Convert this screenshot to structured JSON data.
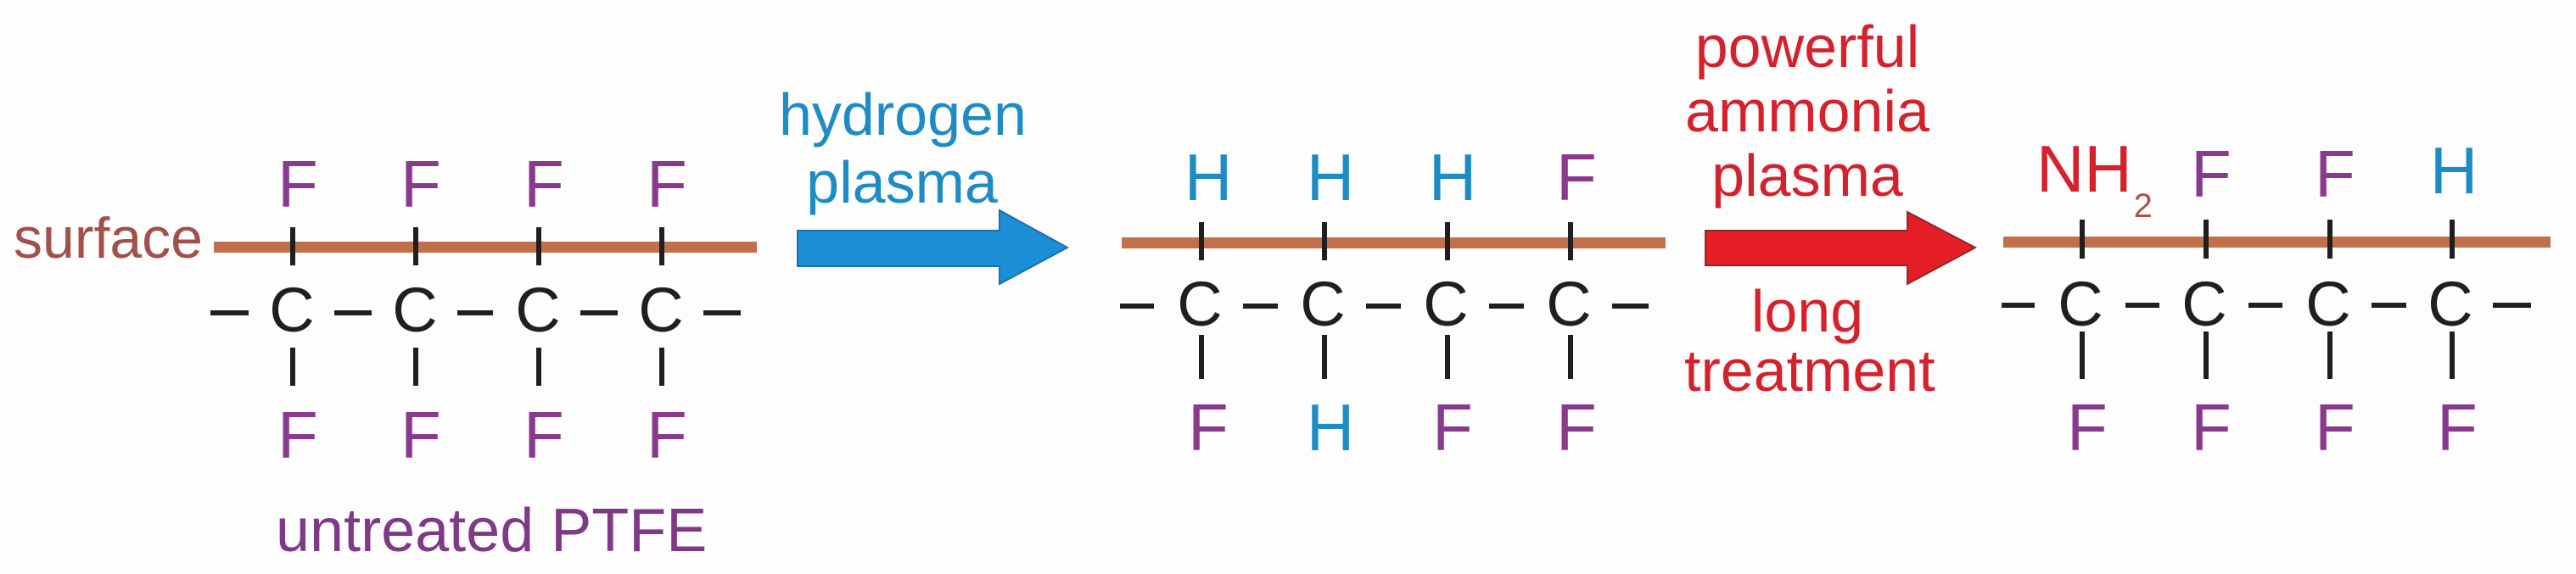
{
  "colors": {
    "fluorine": "#8a3a8e",
    "hydrogen": "#1e8cc4",
    "amine": "#d4222d",
    "carbon": "#1f1f1f",
    "surface_line": "#c0704a",
    "surface_label": "#a2504a",
    "hydrogen_arrow": "#1a8fd6",
    "ammonia_arrow": "#e41e24",
    "caption": "#7e3a86"
  },
  "surface_label": "surface",
  "stages": [
    {
      "id": "untreated",
      "caption": "untreated PTFE",
      "top": [
        {
          "symbol": "F",
          "sub": "",
          "type": "fluorine"
        },
        {
          "symbol": "F",
          "sub": "",
          "type": "fluorine"
        },
        {
          "symbol": "F",
          "sub": "",
          "type": "fluorine"
        },
        {
          "symbol": "F",
          "sub": "",
          "type": "fluorine"
        }
      ],
      "backbone": [
        "C",
        "C",
        "C",
        "C"
      ],
      "bottom": [
        {
          "symbol": "F",
          "type": "fluorine"
        },
        {
          "symbol": "F",
          "type": "fluorine"
        },
        {
          "symbol": "F",
          "type": "fluorine"
        },
        {
          "symbol": "F",
          "type": "fluorine"
        }
      ]
    },
    {
      "id": "hydrogen-treated",
      "caption": "",
      "top": [
        {
          "symbol": "H",
          "sub": "",
          "type": "hydrogen"
        },
        {
          "symbol": "H",
          "sub": "",
          "type": "hydrogen"
        },
        {
          "symbol": "H",
          "sub": "",
          "type": "hydrogen"
        },
        {
          "symbol": "F",
          "sub": "",
          "type": "fluorine"
        }
      ],
      "backbone": [
        "C",
        "C",
        "C",
        "C"
      ],
      "bottom": [
        {
          "symbol": "F",
          "type": "fluorine"
        },
        {
          "symbol": "H",
          "type": "hydrogen"
        },
        {
          "symbol": "F",
          "type": "fluorine"
        },
        {
          "symbol": "F",
          "type": "fluorine"
        }
      ]
    },
    {
      "id": "ammonia-treated",
      "caption": "",
      "top": [
        {
          "symbol": "NH",
          "sub": "2",
          "type": "amine"
        },
        {
          "symbol": "F",
          "sub": "",
          "type": "fluorine"
        },
        {
          "symbol": "F",
          "sub": "",
          "type": "fluorine"
        },
        {
          "symbol": "H",
          "sub": "",
          "type": "hydrogen"
        }
      ],
      "backbone": [
        "C",
        "C",
        "C",
        "C"
      ],
      "bottom": [
        {
          "symbol": "F",
          "type": "fluorine"
        },
        {
          "symbol": "F",
          "type": "fluorine"
        },
        {
          "symbol": "F",
          "type": "fluorine"
        },
        {
          "symbol": "F",
          "type": "fluorine"
        }
      ]
    }
  ],
  "arrows": [
    {
      "id": "hydrogen-plasma",
      "label_above": [
        "hydrogen",
        "plasma"
      ],
      "label_below": []
    },
    {
      "id": "ammonia-plasma",
      "label_above": [
        "powerful",
        "ammonia",
        "plasma"
      ],
      "label_below": [
        "long",
        "treatment"
      ]
    }
  ]
}
